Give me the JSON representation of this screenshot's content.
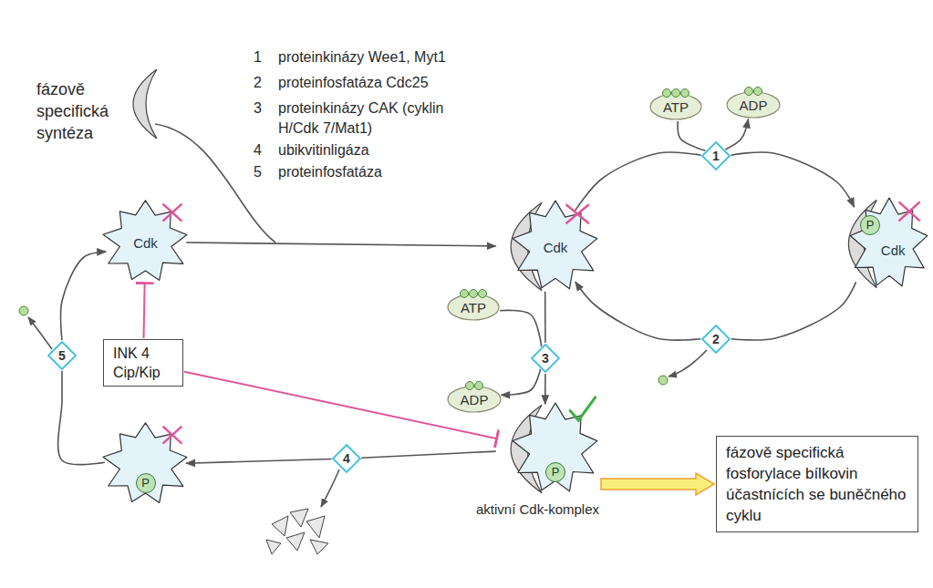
{
  "diagram": {
    "nodes": [
      {
        "text": [
          "ATP"
        ]
      },
      {
        "text": [
          "ADP"
        ]
      },
      {
        "text": [
          "1"
        ]
      },
      {
        "text": [
          "Cdk"
        ]
      },
      {
        "text": [
          "Cdk"
        ]
      },
      {
        "text": [
          "P",
          "Cdk"
        ]
      },
      {
        "text": [
          "ATP"
        ]
      },
      {
        "text": [
          "2"
        ]
      },
      {
        "text": [
          "5"
        ]
      },
      {
        "text": [
          "INK 4 Cip/Kip"
        ]
      },
      {
        "text": [
          "3"
        ]
      },
      {
        "text": [
          "ADP"
        ]
      },
      {
        "text": [
          "P"
        ]
      },
      {
        "text": [
          "4"
        ]
      },
      {
        "text": [
          "P",
          "aktivní Cdk-komplex"
        ]
      },
      {
        "text": [
          "fázově specifická fosforylace bílkovin účastnících se buněčného cyklu"
        ]
      }
    ],
    "edges": [
      {
        "from": 3,
        "to": 4,
        "arrow": "to"
      },
      {
        "from": 4,
        "to": 2,
        "arrow": "none"
      },
      {
        "from": 2,
        "to": 5,
        "arrow": "to"
      },
      {
        "from": 5,
        "to": 7,
        "arrow": "none"
      },
      {
        "from": 7,
        "to": 4,
        "arrow": "to"
      },
      {
        "from": 0,
        "to": 2,
        "arrow": "none"
      },
      {
        "from": 2,
        "to": 1,
        "arrow": "to"
      },
      {
        "from": 4,
        "to": 10,
        "arrow": "none"
      },
      {
        "from": 10,
        "to": 14,
        "arrow": "to"
      },
      {
        "from": 6,
        "to": 10,
        "arrow": "none"
      },
      {
        "from": 10,
        "to": 11,
        "arrow": "to"
      },
      {
        "from": 14,
        "to": 13,
        "arrow": "none"
      },
      {
        "from": 13,
        "to": 12,
        "arrow": "to"
      },
      {
        "from": 12,
        "to": 8,
        "arrow": "none"
      },
      {
        "from": 8,
        "to": 3,
        "arrow": "to"
      },
      {
        "from": 9,
        "to": 3,
        "arrow": "to"
      },
      {
        "from": 9,
        "to": 14,
        "arrow": "to"
      },
      {
        "from": 14,
        "to": 15,
        "arrow": "to"
      }
    ],
    "labels": [
      "1",
      "proteinkinázy Wee1, Myt1",
      "2",
      "proteinfosfatáza Cdc25",
      "3",
      "proteinkinázy CAK (cyklin H/Cdk 7/Mat1)",
      "4",
      "ubikvitinligáza",
      "5",
      "proteinfosfatáza",
      "fázově specifická syntéza"
    ]
  }
}
